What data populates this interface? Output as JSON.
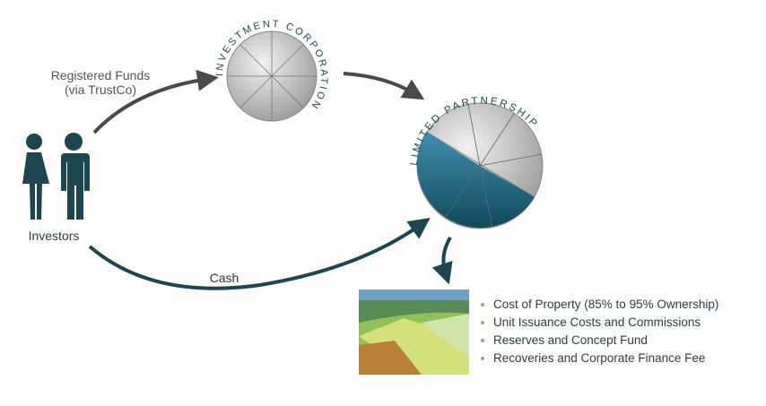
{
  "investors_label": "Investors",
  "registered_funds_label": "Registered Funds",
  "registered_funds_sub": "(via TrustCo)",
  "cash_label": "Cash",
  "investment_corporation_label": "INVESTMENT CORPORATION",
  "limited_partnership_label": "LIMITED PARTNERSHIP",
  "uses_of_funds": [
    "Cost of Property (85% to 95% Ownership)",
    "Unit Issuance Costs and Commissions",
    "Reserves and Concept Fund",
    "Recoveries and Corporate Finance Fee"
  ],
  "colors": {
    "teal": "#1d5566",
    "arrow_gray": "#4a4a48",
    "bullet": "#a8a070"
  }
}
